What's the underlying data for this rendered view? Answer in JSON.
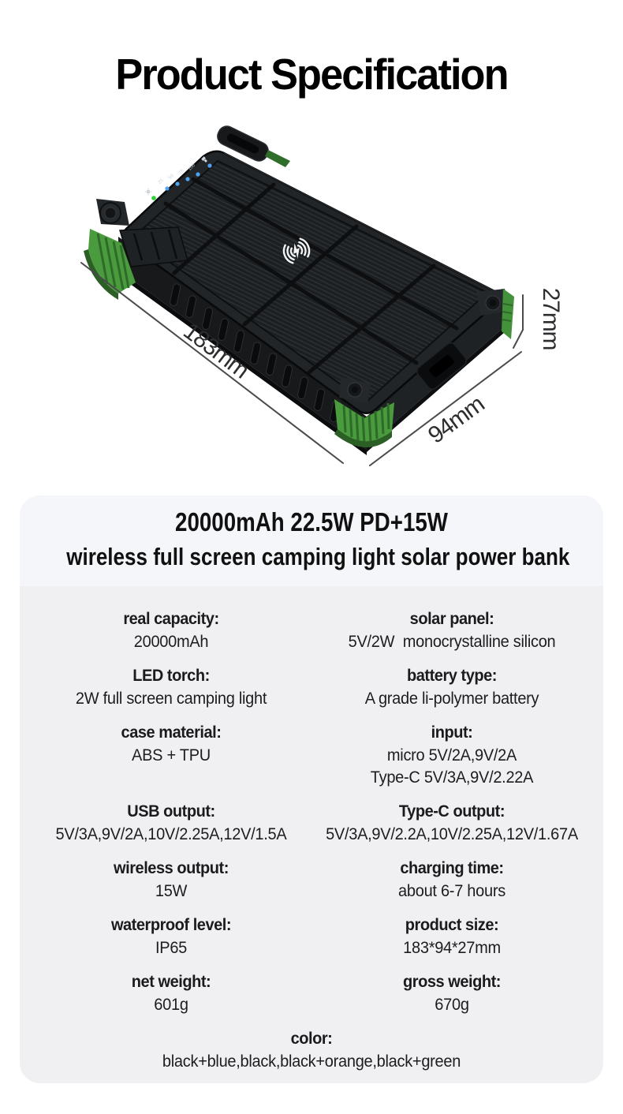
{
  "page": {
    "title": "Product Specification"
  },
  "figure": {
    "name": "solar power bank product photo",
    "dimension_labels": {
      "length": "183mm",
      "width": "94mm",
      "height": "27mm"
    },
    "led_labels": [
      "25",
      "50",
      "75",
      "100"
    ],
    "colors": {
      "body_black": "#1b1e20",
      "bumper_green": "#4a9b3e",
      "led_blue": "#4da3f0",
      "led_green": "#2ed13a"
    }
  },
  "spec_card": {
    "title_line1": "20000mAh 22.5W PD+15W",
    "title_line2": "wireless full screen camping light solar power bank",
    "rows": [
      {
        "left": {
          "label": "real capacity:",
          "value": "20000mAh"
        },
        "right": {
          "label": "solar panel:",
          "value": "5V/2W  monocrystalline silicon"
        }
      },
      {
        "left": {
          "label": "LED torch:",
          "value": "2W full screen camping light"
        },
        "right": {
          "label": "battery type:",
          "value": "A grade li-polymer battery"
        }
      },
      {
        "left": {
          "label": "case material:",
          "value": "ABS + TPU"
        },
        "right": {
          "label": "input:",
          "value": "micro 5V/2A,9V/2A\nType-C 5V/3A,9V/2.22A"
        }
      },
      {
        "left": {
          "label": "USB output:",
          "value": "5V/3A,9V/2A,10V/2.25A,12V/1.5A"
        },
        "right": {
          "label": "Type-C output:",
          "value": "5V/3A,9V/2.2A,10V/2.25A,12V/1.67A"
        }
      },
      {
        "left": {
          "label": "wireless output:",
          "value": "15W"
        },
        "right": {
          "label": "charging time:",
          "value": "about 6-7 hours"
        }
      },
      {
        "left": {
          "label": "waterproof level:",
          "value": "IP65"
        },
        "right": {
          "label": "product size:",
          "value": "183*94*27mm"
        }
      },
      {
        "left": {
          "label": "net weight:",
          "value": "601g"
        },
        "right": {
          "label": "gross weight:",
          "value": "670g"
        }
      }
    ],
    "color_row": {
      "label": "color:",
      "value": "black+blue,black,black+orange,black+green"
    }
  }
}
